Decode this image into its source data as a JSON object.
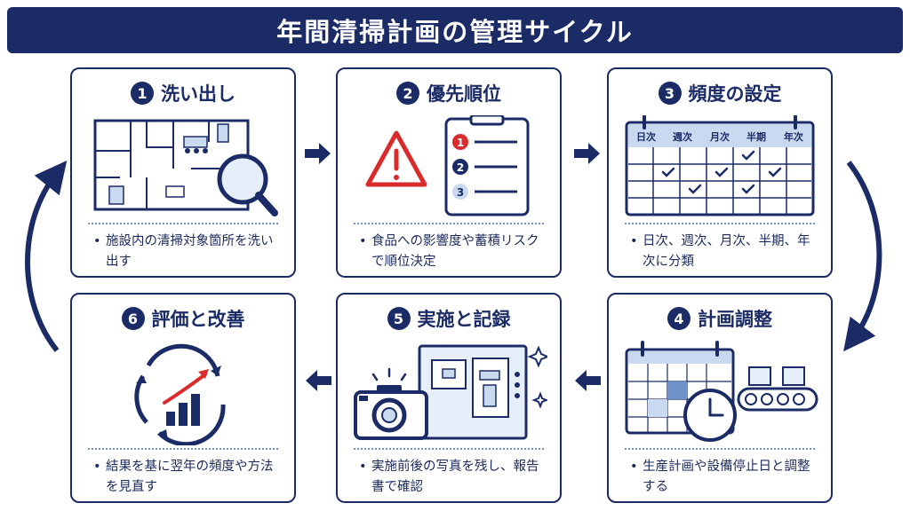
{
  "title": "年間清掃計画の管理サイクル",
  "steps": [
    {
      "num": "1",
      "title": "洗い出し",
      "desc": "施設内の清掃対象箇所を洗い出す"
    },
    {
      "num": "2",
      "title": "優先順位",
      "desc": "食品への影響度や蓄積リスクで順位決定"
    },
    {
      "num": "3",
      "title": "頻度の設定",
      "desc": "日次、週次、月次、半期、年次に分類"
    },
    {
      "num": "4",
      "title": "計画調整",
      "desc": "生産計画や設備停止日と調整する"
    },
    {
      "num": "5",
      "title": "実施と記録",
      "desc": "実施前後の写真を残し、報告書で確認"
    },
    {
      "num": "6",
      "title": "評価と改善",
      "desc": "結果を基に翌年の頻度や方法を見直す"
    }
  ],
  "checklist": {
    "items": [
      "1",
      "2",
      "3"
    ]
  },
  "calendar": {
    "columns": [
      "日次",
      "週次",
      "月次",
      "半期",
      "年次"
    ]
  },
  "colors": {
    "navy": "#1b2b66",
    "light_blue": "#c9d9f0",
    "red": "#d92b2b"
  }
}
